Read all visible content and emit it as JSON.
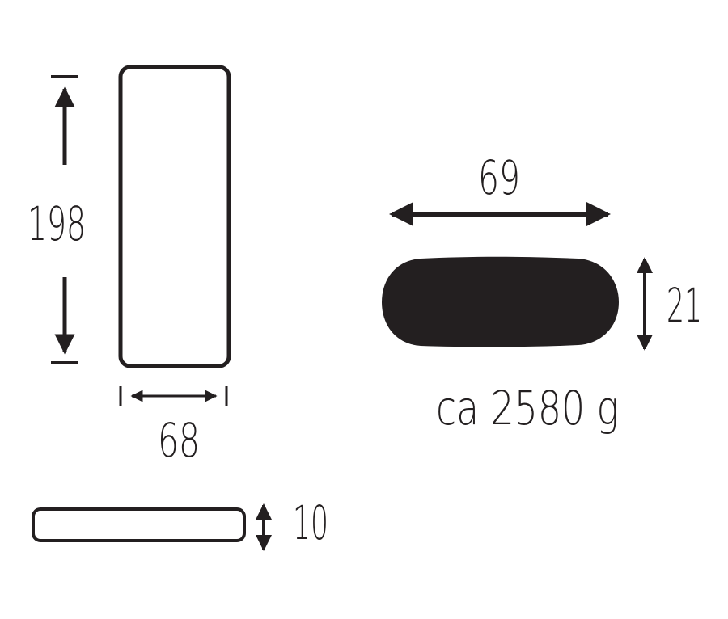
{
  "colors": {
    "ink": "#231f20",
    "background": "#ffffff"
  },
  "mat": {
    "length_label": "198",
    "width_label": "68",
    "thickness_label": "10"
  },
  "packed": {
    "length_label": "69",
    "diameter_label": "21",
    "weight_label": "ca 2580 g"
  }
}
